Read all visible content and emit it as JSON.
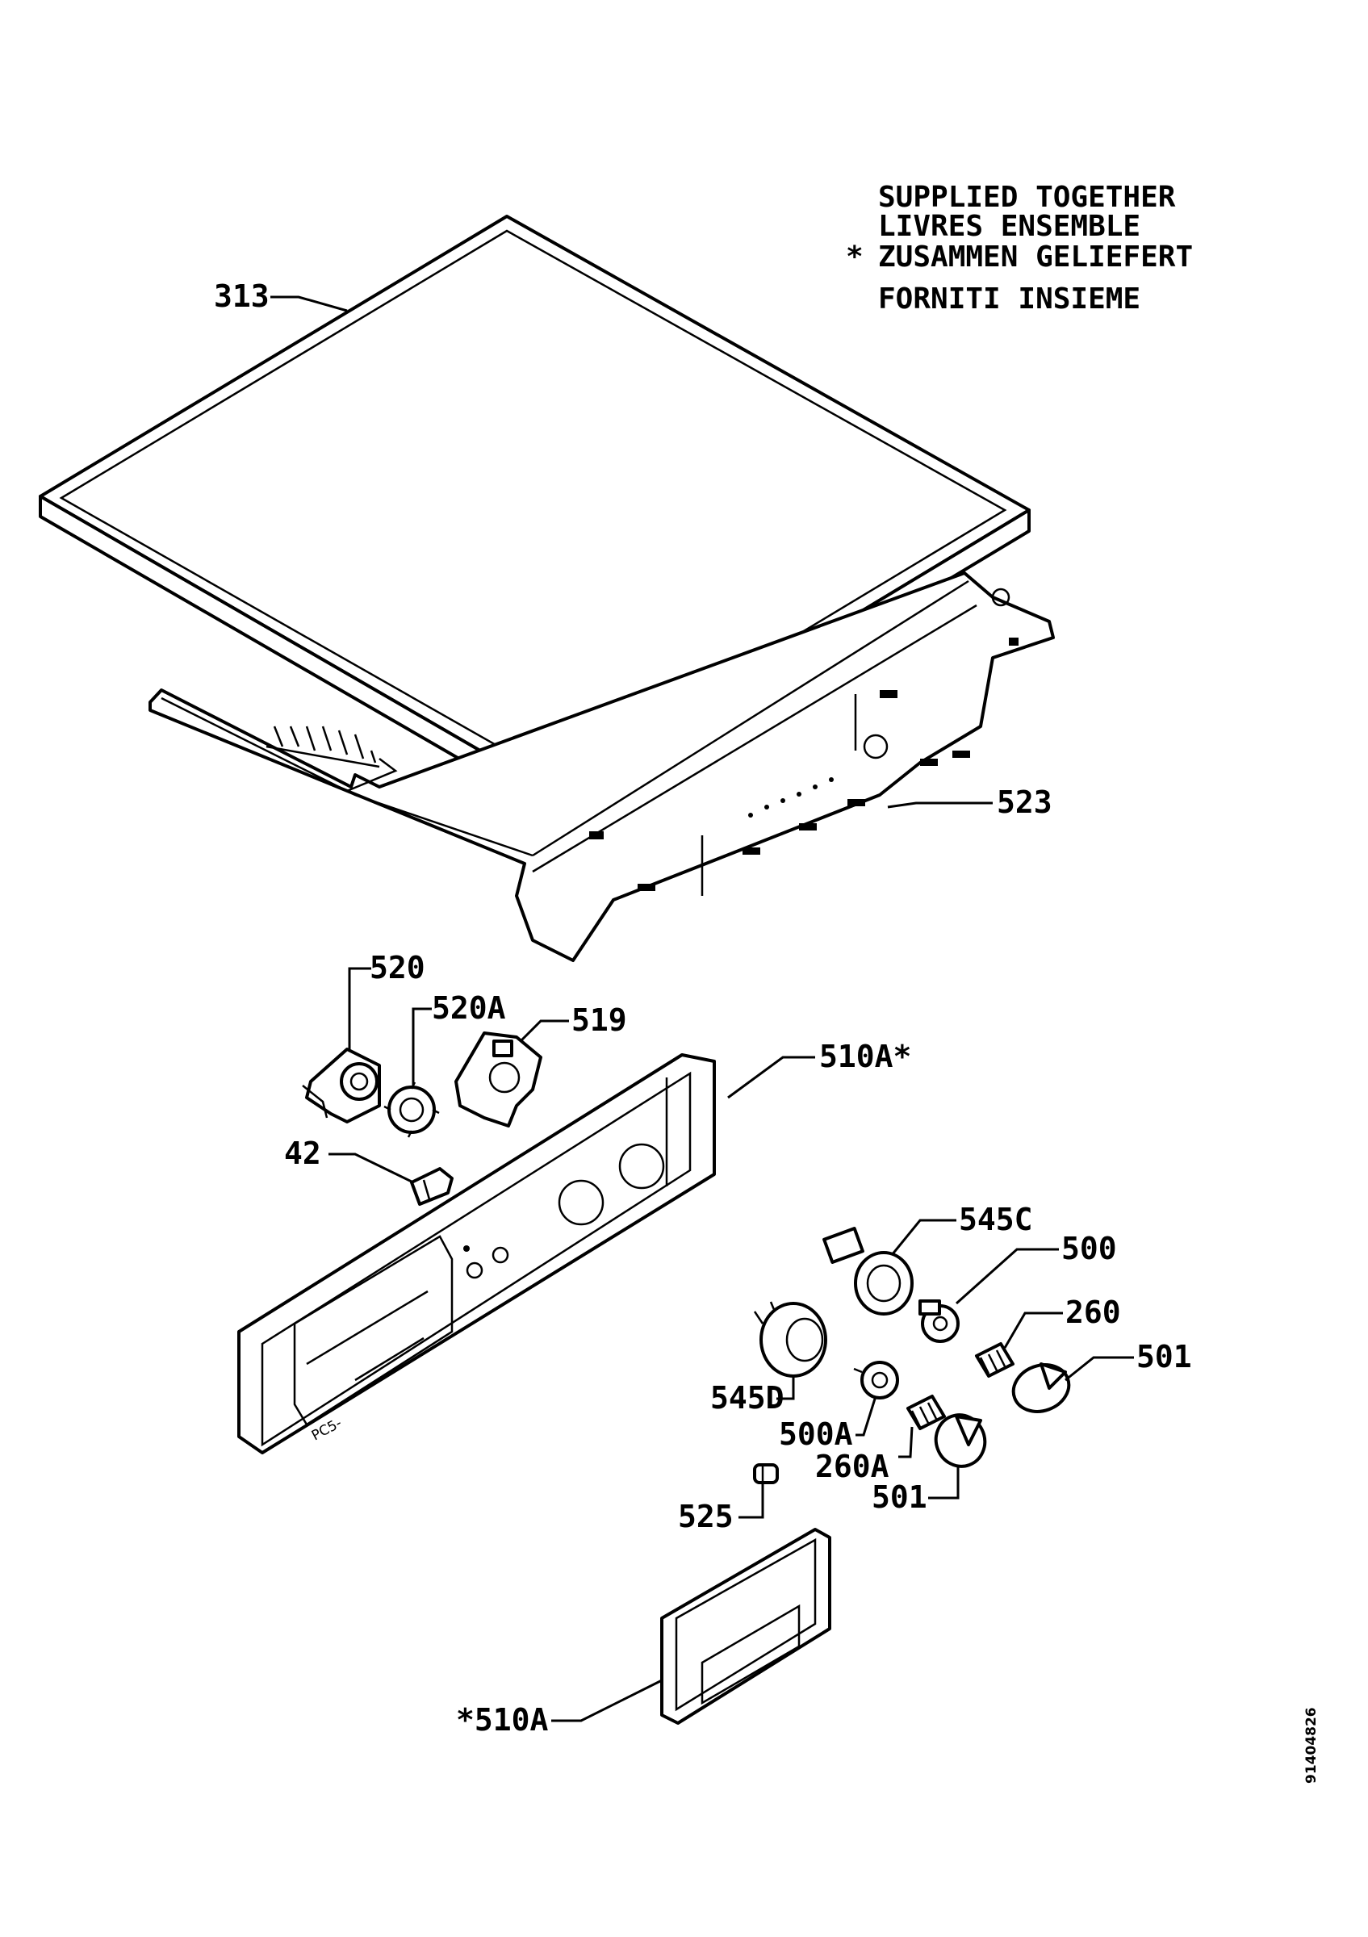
{
  "note": {
    "asterisk": "*",
    "lines": [
      "SUPPLIED TOGETHER",
      "LIVRES ENSEMBLE",
      "ZUSAMMEN GELIEFERT",
      "FORNITI INSIEME"
    ]
  },
  "labels": {
    "l313": "313",
    "l523": "523",
    "l520": "520",
    "l520a": "520A",
    "l519": "519",
    "l510a_top": "510A*",
    "l42": "42",
    "l545c": "545C",
    "l500": "500",
    "l260": "260",
    "l501_right": "501",
    "l545d": "545D",
    "l500a": "500A",
    "l260a": "260A",
    "l501_bottom": "501",
    "l525": "525",
    "l510a_bottom": "*510A"
  },
  "panel_marking": "PC5-",
  "doc_code": "91404826"
}
